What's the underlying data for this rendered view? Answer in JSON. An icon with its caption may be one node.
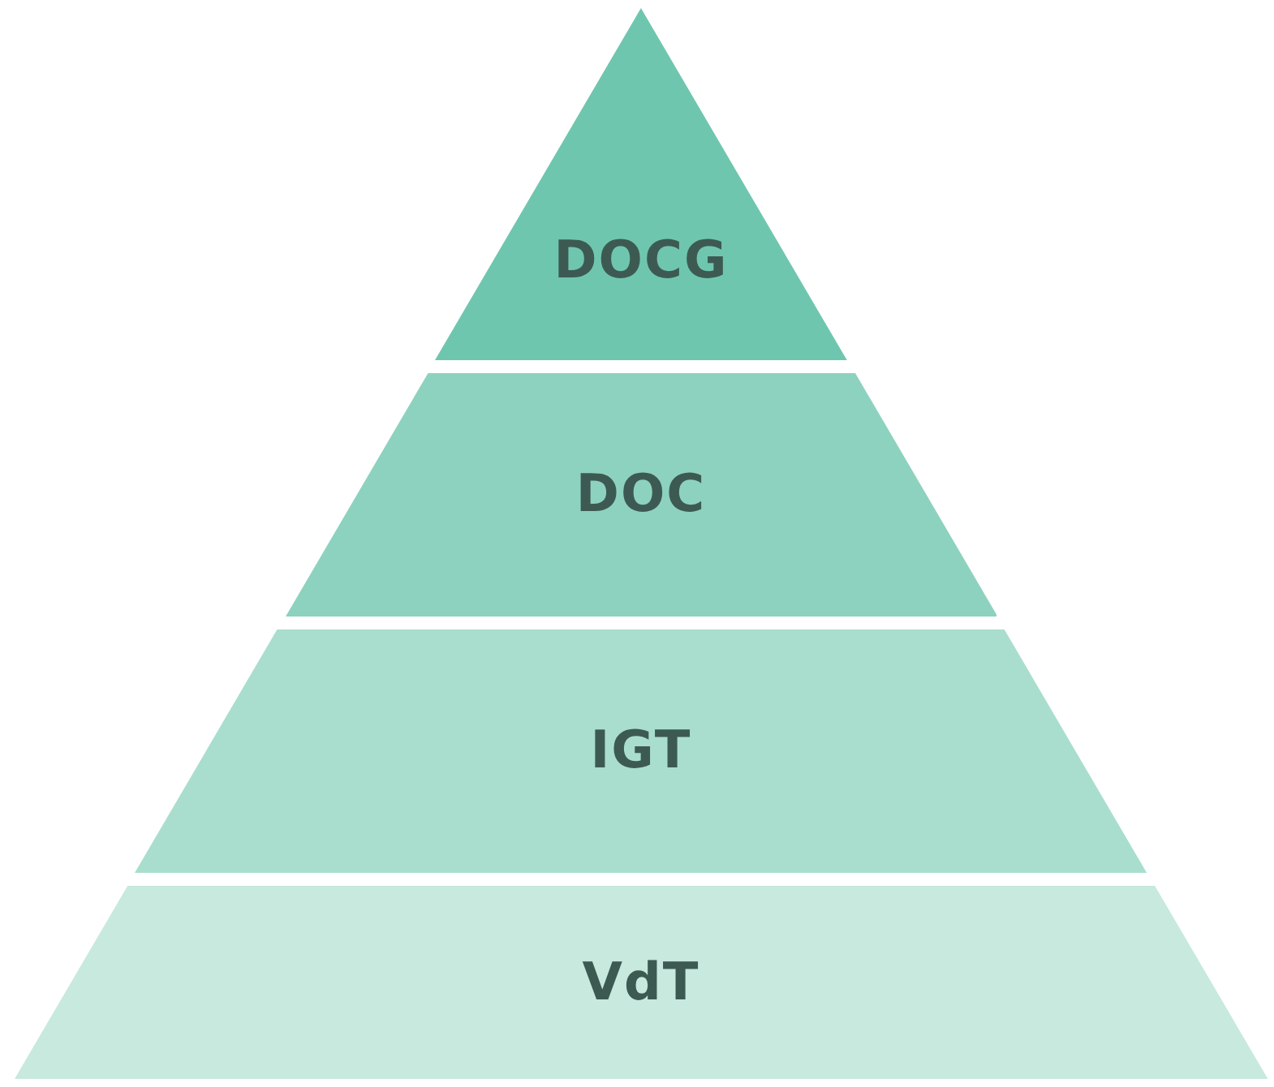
{
  "diagram": {
    "nodes": [
      {
        "text": [
          "DOCG"
        ]
      },
      {
        "text": [
          "DOC"
        ]
      },
      {
        "text": [
          "IGT"
        ]
      },
      {
        "text": [
          "VdT"
        ]
      }
    ]
  }
}
